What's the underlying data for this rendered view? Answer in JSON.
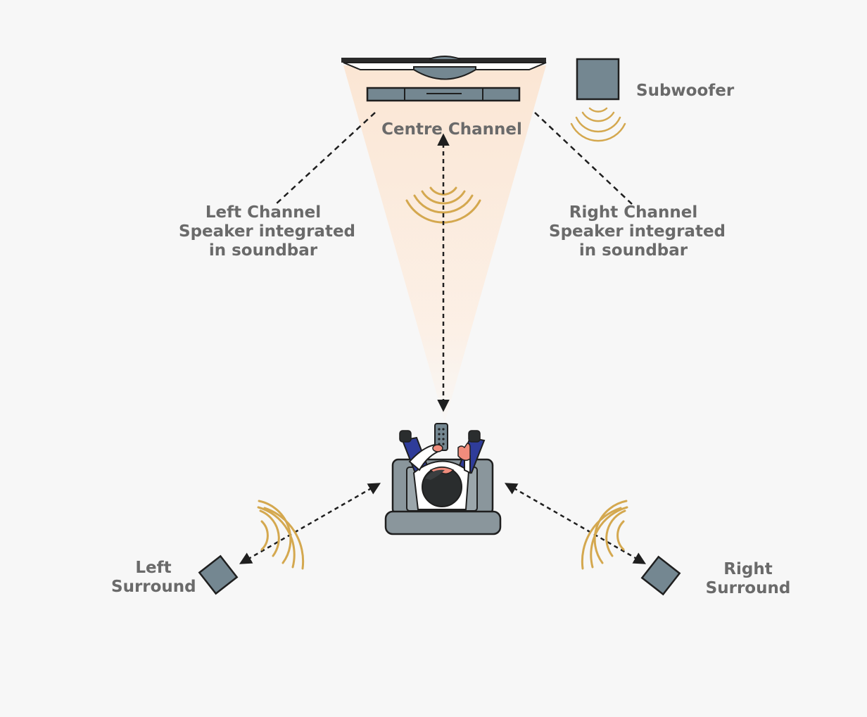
{
  "labels": {
    "subwoofer": "Subwoofer",
    "centre_channel": "Centre Channel",
    "left_channel": [
      "Left Channel",
      "Speaker integrated",
      "in soundbar"
    ],
    "right_channel": [
      "Right Channel",
      "Speaker integrated",
      "in soundbar"
    ],
    "left_surround": [
      "Left",
      "Surround"
    ],
    "right_surround": [
      "Right",
      "Surround"
    ]
  },
  "colors": {
    "background": "#f7f7f7",
    "speaker_fill": "#748791",
    "outline": "#1f1f1f",
    "sound_wave": "#d4a84f",
    "sound_cone": "#fbe9da",
    "label_text": "#6a6a6a",
    "pants": "#2f3c9a",
    "skin": "#f08c7c",
    "hair": "#2a2d2e",
    "chair": "#8a969c"
  }
}
